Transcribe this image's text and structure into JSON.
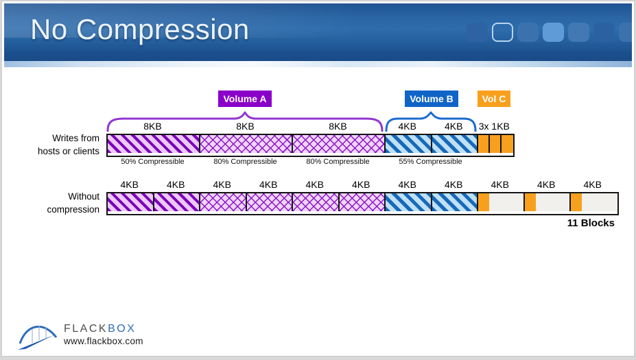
{
  "page": {
    "title": "No Compression"
  },
  "header": {
    "background_color": "#25609f",
    "tiles": [
      "#2d63a3",
      "outline",
      "#3b72ad",
      "#5f9bd7",
      "#4279b4",
      "#2c61a1",
      "#3b72ad"
    ]
  },
  "volumes": {
    "a": {
      "label": "Volume A",
      "color": "#8a00c8",
      "brace": "#9135d2"
    },
    "b": {
      "label": "Volume B",
      "color": "#1164c7",
      "brace": "#1a6bce"
    },
    "c": {
      "label": "Vol C",
      "color": "#f8a01d"
    }
  },
  "diagram": {
    "row1": {
      "side_label": "Writes from\nhosts or clients",
      "top_labels": [
        {
          "text": "8KB",
          "kb": 8
        },
        {
          "text": "8KB",
          "kb": 8
        },
        {
          "text": "8KB",
          "kb": 8
        },
        {
          "text": "4KB",
          "kb": 4
        },
        {
          "text": "4KB",
          "kb": 4
        },
        {
          "text": "3x 1KB",
          "kb": 3
        }
      ],
      "blocks": [
        {
          "size": "8KB",
          "kb": 8,
          "pattern": "diag-purple"
        },
        {
          "size": "8KB",
          "kb": 8,
          "pattern": "cross-purple"
        },
        {
          "size": "8KB",
          "kb": 8,
          "pattern": "cross-purple"
        },
        {
          "size": "4KB",
          "kb": 4,
          "pattern": "diag-blue"
        },
        {
          "size": "4KB",
          "kb": 4,
          "pattern": "diag-blue"
        },
        {
          "size": "1KB",
          "kb": 1,
          "pattern": "orange"
        },
        {
          "size": "1KB",
          "kb": 1,
          "pattern": "orange"
        },
        {
          "size": "1KB",
          "kb": 1,
          "pattern": "orange"
        }
      ],
      "compress_labels": [
        {
          "text": "50% Compressible",
          "kb": 8
        },
        {
          "text": "80% Compressible",
          "kb": 8
        },
        {
          "text": "80% Compressible",
          "kb": 8
        },
        {
          "text": "55% Compressible",
          "kb": 8
        },
        {
          "text": "",
          "kb": 3
        }
      ]
    },
    "row2": {
      "side_label": "Without\ncompression",
      "top_labels": [
        {
          "text": "4KB",
          "kb": 4
        },
        {
          "text": "4KB",
          "kb": 4
        },
        {
          "text": "4KB",
          "kb": 4
        },
        {
          "text": "4KB",
          "kb": 4
        },
        {
          "text": "4KB",
          "kb": 4
        },
        {
          "text": "4KB",
          "kb": 4
        },
        {
          "text": "4KB",
          "kb": 4
        },
        {
          "text": "4KB",
          "kb": 4
        },
        {
          "text": "4KB",
          "kb": 4
        },
        {
          "text": "4KB",
          "kb": 4
        },
        {
          "text": "4KB",
          "kb": 4
        }
      ],
      "blocks": [
        {
          "size": "4KB",
          "kb": 4,
          "pattern": "diag-purple"
        },
        {
          "size": "4KB",
          "kb": 4,
          "pattern": "diag-purple"
        },
        {
          "size": "4KB",
          "kb": 4,
          "pattern": "cross-purple"
        },
        {
          "size": "4KB",
          "kb": 4,
          "pattern": "cross-purple"
        },
        {
          "size": "4KB",
          "kb": 4,
          "pattern": "cross-purple"
        },
        {
          "size": "4KB",
          "kb": 4,
          "pattern": "cross-purple"
        },
        {
          "size": "4KB",
          "kb": 4,
          "pattern": "diag-blue"
        },
        {
          "size": "4KB",
          "kb": 4,
          "pattern": "diag-blue"
        },
        {
          "size": "4KB",
          "kb": 4,
          "pattern": "partial-orange"
        },
        {
          "size": "4KB",
          "kb": 4,
          "pattern": "partial-orange"
        },
        {
          "size": "4KB",
          "kb": 4,
          "pattern": "partial-orange"
        }
      ]
    },
    "total_label": "11 Blocks"
  },
  "footer": {
    "brand_flack": "FLACK",
    "brand_box": "BOX",
    "url": "www.flackbox.com"
  }
}
